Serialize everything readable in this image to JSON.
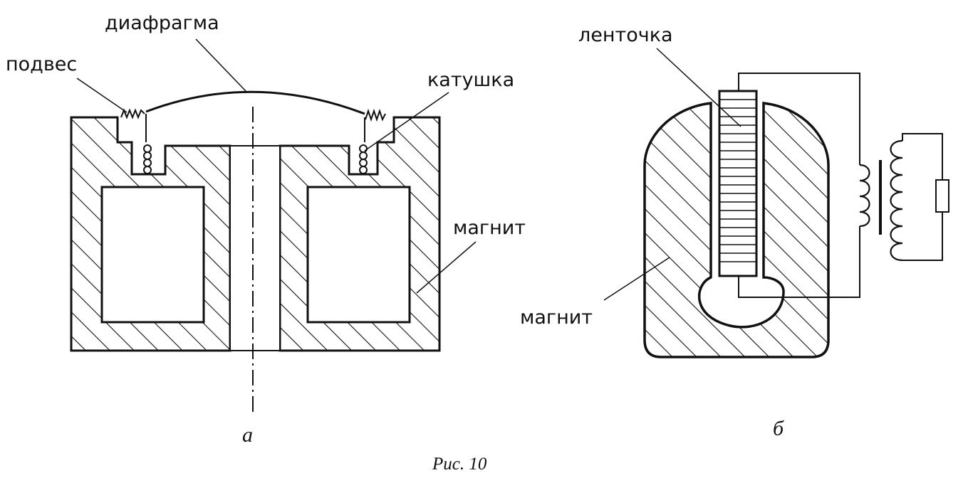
{
  "figure": {
    "caption": "Рис. 10",
    "left": {
      "sublabel": "а",
      "labels": {
        "diaphragm": "диафрагма",
        "suspension": "подвес",
        "coil": "катушка",
        "magnet": "магнит"
      }
    },
    "right": {
      "sublabel": "б",
      "labels": {
        "ribbon": "ленточка",
        "magnet": "магнит"
      }
    }
  },
  "colors": {
    "ink": "#111111",
    "paper": "#ffffff"
  }
}
